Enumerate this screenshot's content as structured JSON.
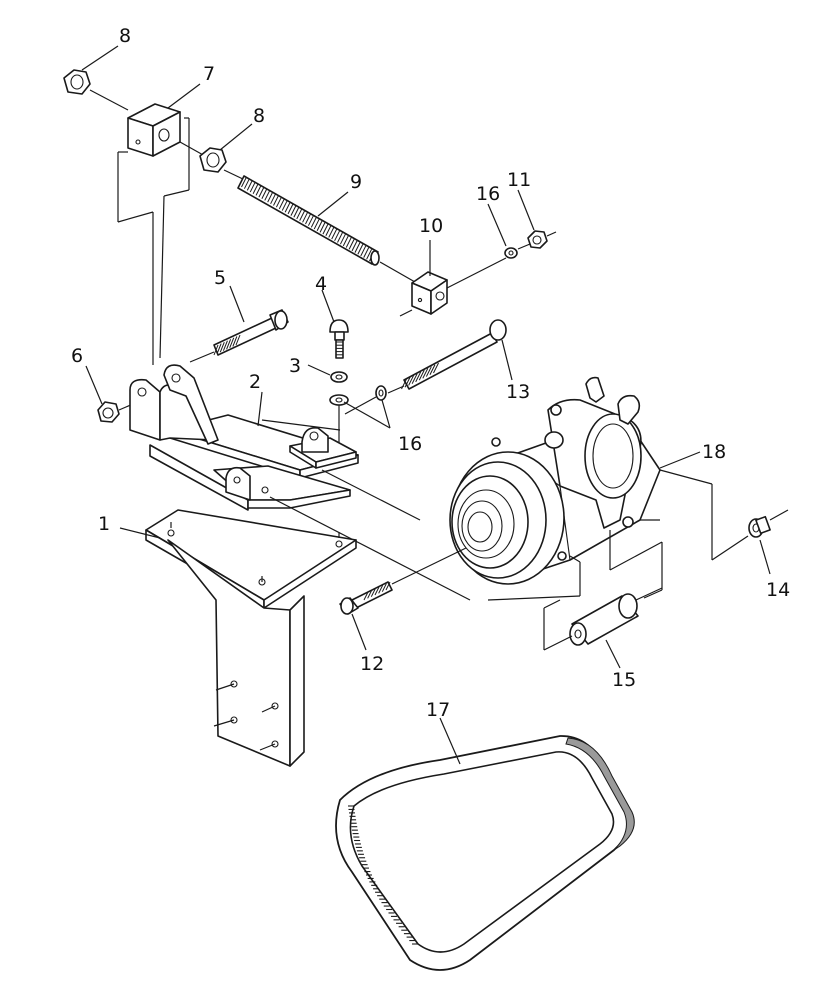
{
  "callouts": {
    "c1": "1",
    "c2": "2",
    "c3": "3",
    "c4": "4",
    "c5": "5",
    "c6": "6",
    "c7": "7",
    "c8a": "8",
    "c8b": "8",
    "c9": "9",
    "c10": "10",
    "c11": "11",
    "c12": "12",
    "c13": "13",
    "c14": "14",
    "c15": "15",
    "c16a": "16",
    "c16b": "16",
    "c17": "17",
    "c18": "18"
  }
}
